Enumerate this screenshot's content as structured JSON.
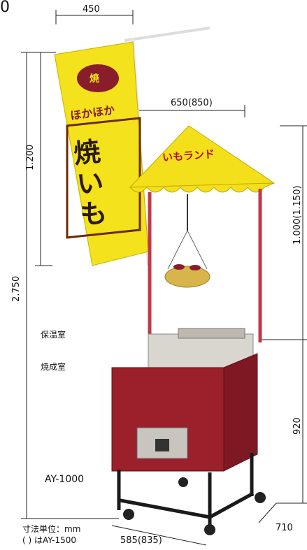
{
  "corner_text": "0",
  "dimensions": {
    "top_width": "450",
    "canopy_width": "650(850)",
    "flag_height": "1.200",
    "total_height": "2.750",
    "canopy_height": "1.000(1.150)",
    "cart_height": "920",
    "depth": "710",
    "front_width": "585(835)"
  },
  "labels": {
    "warming_room": "保温室",
    "baking_room": "焼成室",
    "model": "AY-1000"
  },
  "banner": {
    "top_text": "ほかほか",
    "main_text": "焼いも",
    "badge": "焼"
  },
  "canopy_text": "いもランド",
  "footnote": {
    "line1": "寸法単位：mm",
    "line2": "( ) はAY-1500"
  },
  "colors": {
    "banner_yellow": "#f3e21c",
    "canopy_yellow": "#f4e01a",
    "cart_red": "#9c1f2c",
    "pole_red": "#c0394a",
    "frame_black": "#1a1a1a"
  }
}
